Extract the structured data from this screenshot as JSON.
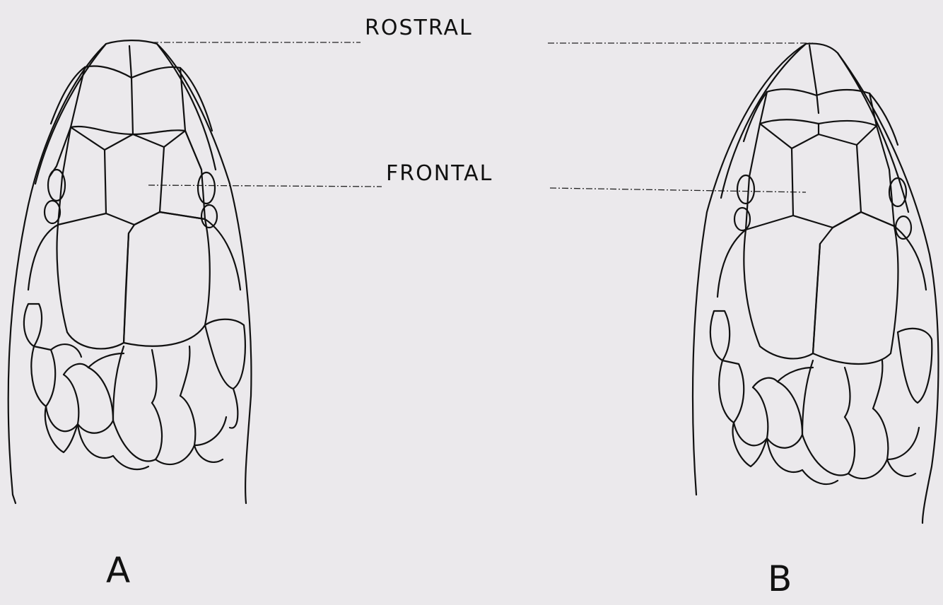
{
  "labels": {
    "rostral": "ROSTRAL",
    "frontal": "FRONTAL"
  },
  "figures": [
    {
      "id": "A",
      "letter": "A",
      "icon": "snake-head-dorsal-scales"
    },
    {
      "id": "B",
      "letter": "B",
      "icon": "snake-head-dorsal-scales"
    }
  ],
  "colors": {
    "background": "#ebe9ec",
    "ink": "#111111"
  }
}
